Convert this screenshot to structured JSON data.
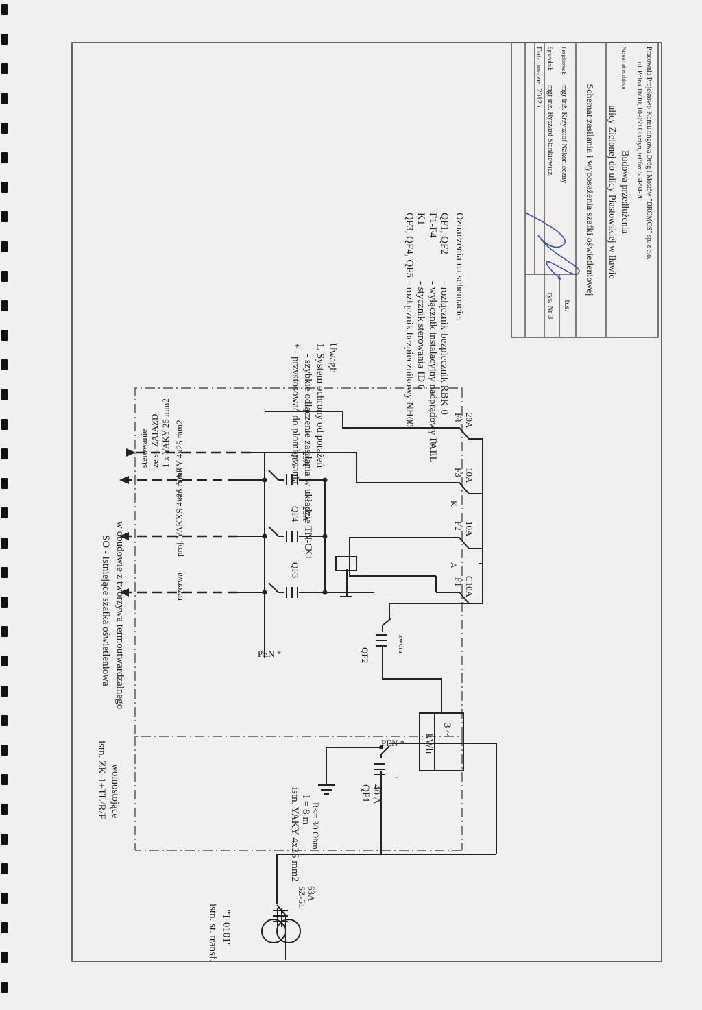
{
  "diagram": {
    "transformer": {
      "label": "istn. st. transf.",
      "name": "\"T-0101\""
    },
    "sz51": {
      "name": "SZ-51",
      "rating": "63A"
    },
    "cable_in": {
      "line1": "istn. YAKY 4x35 mm2",
      "line2": "l = 8 m"
    },
    "ground": {
      "label": "R<= 30 Ohm"
    },
    "zk_box": {
      "line1": "istn. ZK-1+TL/R/F",
      "line2": "wolnostojące"
    },
    "qf1": {
      "name": "QF1",
      "rating": "40 A",
      "poles": "3"
    },
    "pen1": "PEN *",
    "meter": {
      "phase": "3 ~",
      "unit": "kWh"
    },
    "so_box": {
      "line1": "SO - istniejące szafka oświetleniowa",
      "line2": "w obudowie z tworzywa termoutwardzalnego"
    },
    "zwora": "zwora",
    "qf2": "QF2",
    "f1": {
      "name": "F1",
      "rating": "C10A",
      "tag": "A"
    },
    "f2": {
      "name": "F2",
      "rating": "10A"
    },
    "f3": {
      "name": "F3",
      "rating": "10A",
      "tag": "K"
    },
    "f4": {
      "name": "F4",
      "rating": "20A",
      "tag": "K"
    },
    "k1": "K1",
    "qf3": "QF3",
    "qf4": {
      "name": "QF4",
      "rating": "25A"
    },
    "qf5": {
      "name": "QF5",
      "rating": "25A"
    },
    "pen2": "PEN *",
    "outputs": {
      "rezerwa": "rezerwa",
      "proj": "proj. YAKXS 4x25 mm2",
      "istn": "istn. YAKY 4x25 mm2",
      "control_l1": "1 x YAKY 25 mm2",
      "control_l2": "ze st. ZAIAZD",
      "control_l3": "sterowanie"
    }
  },
  "legend": {
    "title": "Oznaczenia na schemacie:",
    "items": [
      {
        "code": "QF1, QF2",
        "desc": "- rozłącznik-bezpiecznik RBK-0"
      },
      {
        "code": "F1-F4",
        "desc": "- wyłącznik instalacyjny nadprądowy FAEL"
      },
      {
        "code": "K1",
        "desc": "- stycznik sterowania ID 6"
      },
      {
        "code": "QF3, QF4, QF5",
        "desc": "- rozłącznik bezpiecznikowy NH00"
      }
    ]
  },
  "notes": {
    "title": "Uwagi:",
    "line1": "1. System ochrony od porażeń",
    "line2": "- szybkie odłączenie zasilania w układzie TN-C",
    "line3": "* - przystosować do plombowania"
  },
  "title_block": {
    "company": "Pracownia Projektowo-Konsultingowa Dróg i Mostów \"DROMOS\" sp. z o.o.",
    "address": "ul. Polna 1b/10, 10-059 Olsztyn, tel/fax 534-94-20",
    "object_label": "Nazwa i adres obiektu",
    "object_line1": "Budowa przedłużenia",
    "object_line2": "ulicy Zielonej do ulicy Piastowskiej w Iławie",
    "drawing_title": "Schemat zasilania i wyposażenia szafki oświetleniowej",
    "designer_label": "Projektował:",
    "designer": "mgr inż. Krzysztof Nakonieczny",
    "checker_label": "Sprawdził:",
    "checker": "mgr inż. Ryszard Stankiewicz",
    "date": "Data: marzec 2012 r.",
    "scale": "b.s.",
    "drawing_no": "rys. Nr 3"
  }
}
